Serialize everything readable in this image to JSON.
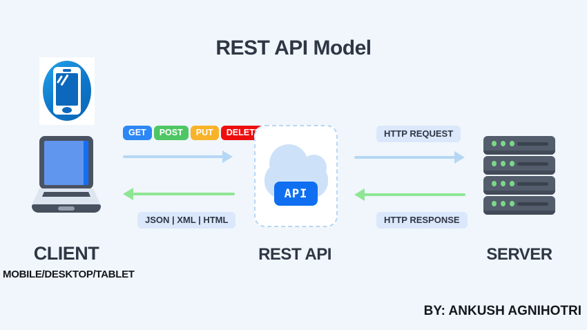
{
  "title": "REST API Model",
  "byline": "BY: ANKUSH AGNIHOTRI",
  "client": {
    "label": "CLIENT",
    "sublabel": "MOBILE/DESKTOP/TABLET",
    "icons": [
      "smartphone-icon",
      "laptop-icon"
    ]
  },
  "rest_api": {
    "label": "REST API",
    "api_button": "API",
    "icon": "cloud-icon"
  },
  "server": {
    "label": "SERVER",
    "icon": "server-rack-icon",
    "rack_units": 4,
    "leds_per_unit": 3
  },
  "methods": [
    {
      "label": "GET",
      "color": "#2d87f4"
    },
    {
      "label": "POST",
      "color": "#4dc663"
    },
    {
      "label": "PUT",
      "color": "#f9b32a"
    },
    {
      "label": "DELETE",
      "color": "#ee0e0e"
    }
  ],
  "flows": {
    "formats_badge": "JSON | XML | HTML",
    "request_badge": "HTTP REQUEST",
    "response_badge": "HTTP RESPONSE"
  },
  "colors": {
    "background": "#f0f6fb",
    "heading_text": "#2f3644",
    "pill_background": "#dbe7fb",
    "request_arrow": "#b5d7f4",
    "response_arrow": "#8ee695",
    "api_button": "#0f6ff0",
    "cloud": "#cde1f8",
    "server_body": "#535d6c",
    "server_led": "#7cd888"
  }
}
